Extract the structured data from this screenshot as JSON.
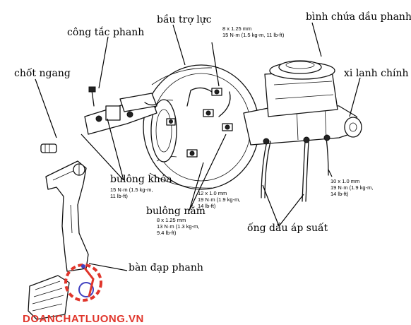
{
  "labels": {
    "bau_tro_luc": "bầu trợ lực",
    "binh_chua_dau_phanh": "bình chứa dầu phanh",
    "cong_tac_phanh": "công tắc phanh",
    "chot_ngang": "chốt ngang",
    "xi_lanh_chinh": "xi lanh chính",
    "bulong_khoa": "bulông khóa",
    "bulong_nam": "bulông nằm",
    "ong_dau_ap_suat": "ống dầu áp suất",
    "ban_dap_phanh": "bàn đạp phanh"
  },
  "specs": {
    "top": [
      "8 x 1.25 mm",
      "15 N·m (1.5 kg-m, 11 lb-ft)"
    ],
    "khoa": [
      "15 N·m (1.5 kg-m,",
      "11 lb-ft)"
    ],
    "mid": [
      "12 x 1.0 mm",
      "19 N·m (1.9 kg-m,",
      "14 lb-ft)"
    ],
    "nam": [
      "8 x 1.25 mm",
      "13 N·m (1.3 kg-m,",
      "9.4 lb-ft)"
    ],
    "right": [
      "10 x 1.0 mm",
      "19 N·m (1.9 kg-m,",
      "14 lb-ft)"
    ]
  },
  "watermark": {
    "text": "DOANCHATLUONG.VN",
    "color": "#e0352b"
  }
}
